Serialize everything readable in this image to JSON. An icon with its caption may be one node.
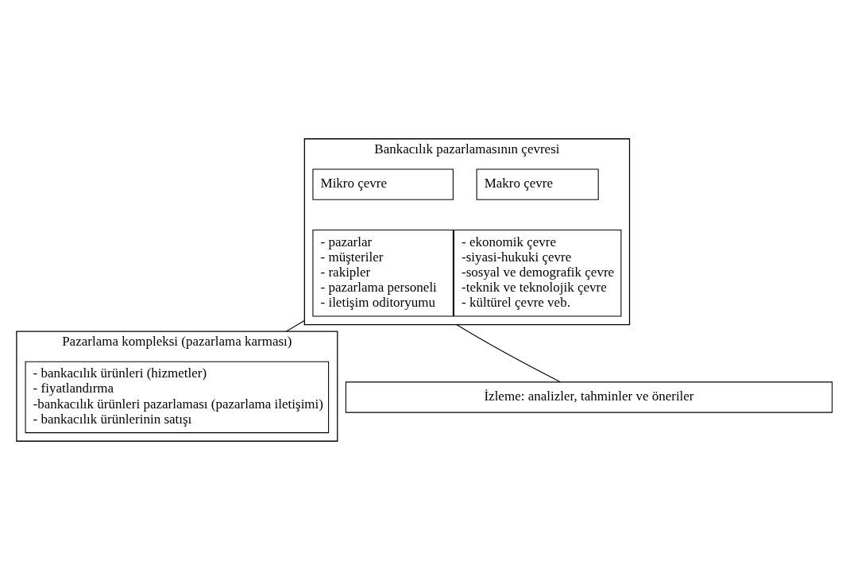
{
  "diagram": {
    "nodes": [
      {
        "text": [
          "Bankacılık pazarlamasının çevresi"
        ]
      },
      {
        "text": [
          "Makro çevre"
        ],
        "in": 0
      },
      {
        "text": [
          "Mikro çevre"
        ],
        "in": 0
      },
      {
        "text": [
          "- ekonomik çevre",
          "-siyasi-hukuki çevre",
          "-sosyal ve demografik çevre",
          "-teknik ve teknolojik çevre",
          "- kültürel çevre veb."
        ],
        "in": 0
      },
      {
        "text": [
          "- pazarlar",
          "- müşteriler",
          "- rakipler",
          "- pazarlama personeli",
          "- iletişim oditoryumu"
        ],
        "in": 0
      },
      {
        "text": [
          "Pazarlama kompleksi (pazarlama karması)"
        ]
      },
      {
        "text": [
          "- bankacılık ürünleri (hizmetler)",
          "- fiyatlandırma",
          "-bankacılık ürünleri pazarlaması (pazarlama iletişimi)",
          "- bankacılık ürünlerinin satışı"
        ],
        "in": 5
      },
      {
        "text": [
          "İzleme: analizler, tahminler ve öneriler"
        ]
      }
    ],
    "edges": [
      {
        "from": 0,
        "to": 5,
        "arrow": "none"
      },
      {
        "from": 0,
        "to": 7,
        "arrow": "none"
      }
    ]
  }
}
